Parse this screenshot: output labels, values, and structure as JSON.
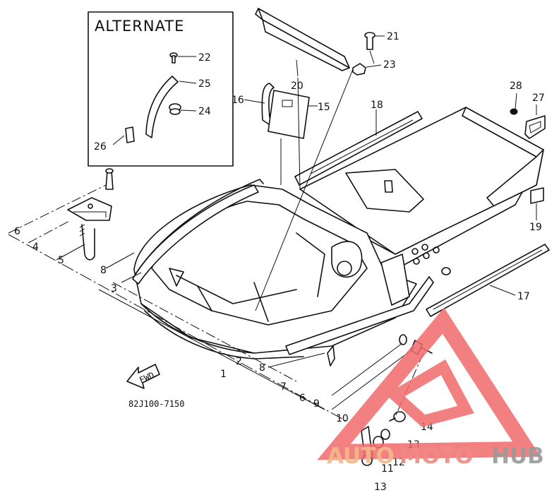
{
  "diagram": {
    "alternate_label": "ALTERNATE",
    "drawing_code": "82J100-7150",
    "fwd_label": "FWD",
    "callouts": {
      "c1": "1",
      "c2": "2",
      "c3": "3",
      "c4": "4",
      "c5": "5",
      "c6a": "6",
      "c6b": "6",
      "c7": "7",
      "c8a": "8",
      "c8b": "8",
      "c9": "9",
      "c10": "10",
      "c11": "11",
      "c12": "12",
      "c13a": "13",
      "c13b": "13",
      "c14": "14",
      "c15": "15",
      "c16": "16",
      "c17": "17",
      "c18": "18",
      "c19": "19",
      "c20": "20",
      "c21": "21",
      "c22": "22",
      "c23": "23",
      "c24": "24",
      "c25": "25",
      "c26": "26",
      "c27": "27",
      "c28": "28"
    }
  },
  "watermark": {
    "auto": "AUTO",
    "moto": "MOTO",
    "hub": "HUB",
    "colors": {
      "auto": "#f3b98a",
      "moto": "#f08a86",
      "hub": "#9a9a9a",
      "triangle": "#f26b6b"
    }
  }
}
